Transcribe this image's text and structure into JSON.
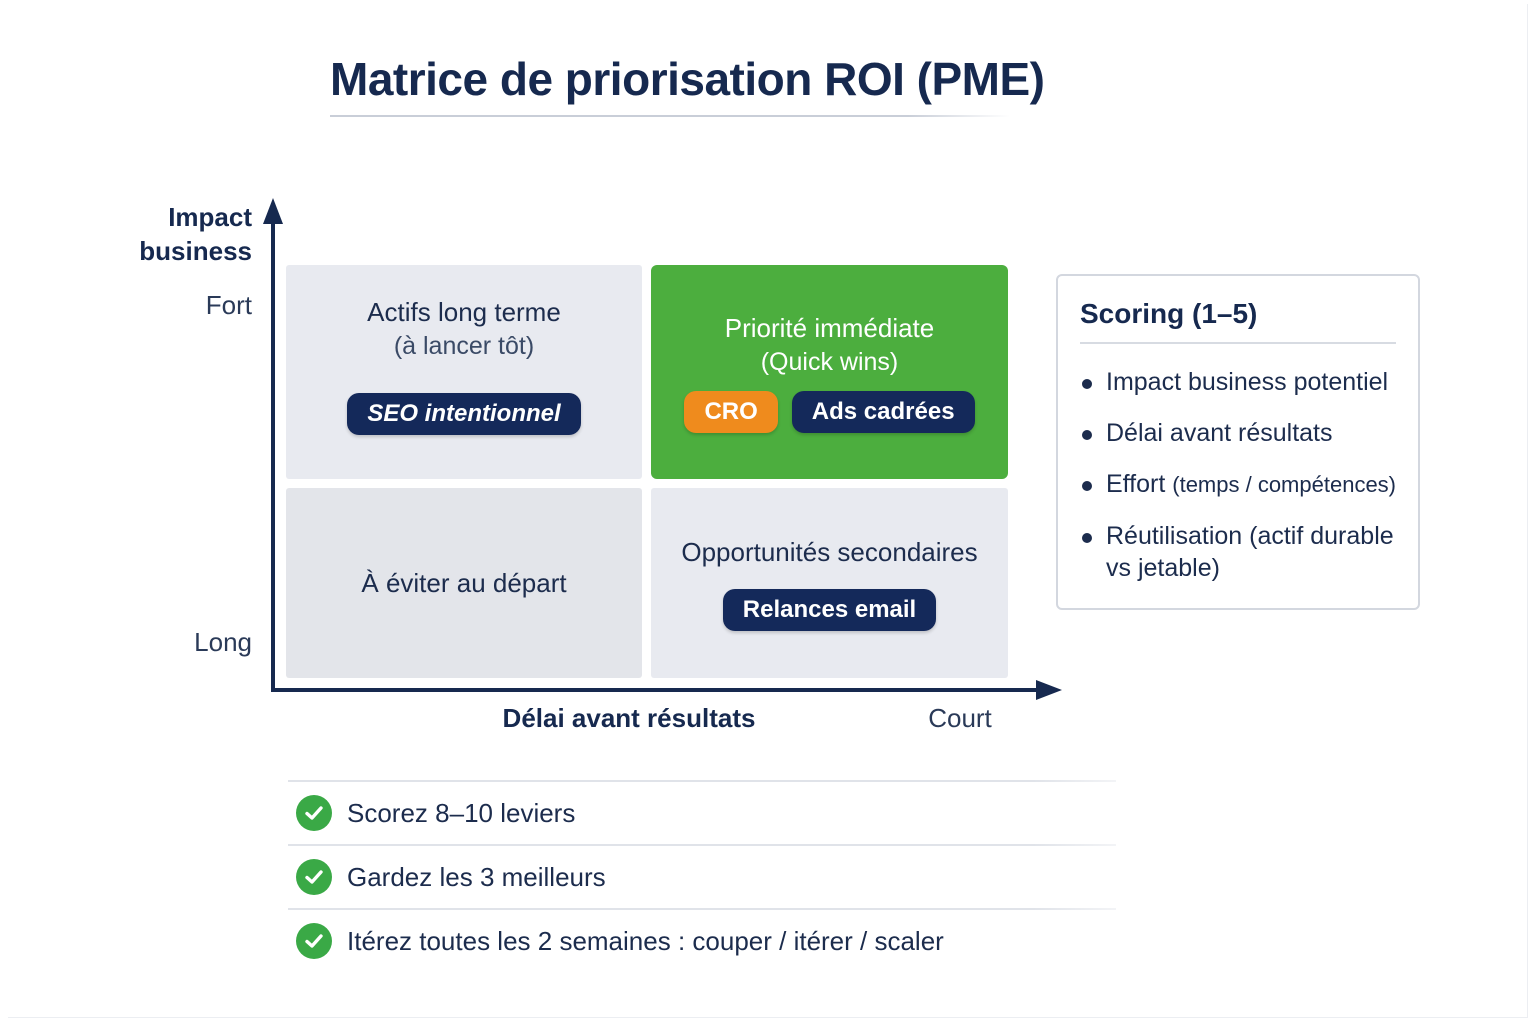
{
  "title": "Matrice de priorisation ROI (PME)",
  "axes": {
    "y_title_line1": "Impact",
    "y_title_line2": "business",
    "y_high": "Fort",
    "y_low": "Long",
    "x_title": "Délai avant résultats",
    "x_right": "Court"
  },
  "quadrants": {
    "top_left": {
      "title": "Actifs long terme",
      "subtitle": "(à lancer tôt)",
      "chips": [
        "SEO intentionnel"
      ]
    },
    "top_right": {
      "title": "Priorité immédiate",
      "subtitle": "(Quick wins)",
      "chips": [
        "CRO",
        "Ads cadrées"
      ]
    },
    "bottom_left": {
      "title": "À éviter au départ"
    },
    "bottom_right": {
      "title": "Opportunités secondaires",
      "chips": [
        "Relances email"
      ]
    }
  },
  "scoring": {
    "title": "Scoring (1–5)",
    "items": [
      {
        "main": "Impact business potentiel",
        "small": ""
      },
      {
        "main": "Délai avant résultats",
        "small": ""
      },
      {
        "main": "Effort ",
        "small": "(temps / compétences)"
      },
      {
        "main": "Réutilisation (actif durable vs jetable)",
        "small": ""
      }
    ]
  },
  "steps": [
    {
      "main": "Scorez 8–10 leviers",
      "extra": ""
    },
    {
      "main": "Gardez les 3 meilleurs",
      "extra": ""
    },
    {
      "main": "Itérez toutes les 2 semaines :",
      "extra": " couper / itérer / scaler"
    }
  ],
  "colors": {
    "navy": "#14295a",
    "green": "#4cae3e",
    "orange": "#ef8b1d",
    "quadrant_grey": "#e8eaf0",
    "check_green": "#3aa946"
  }
}
